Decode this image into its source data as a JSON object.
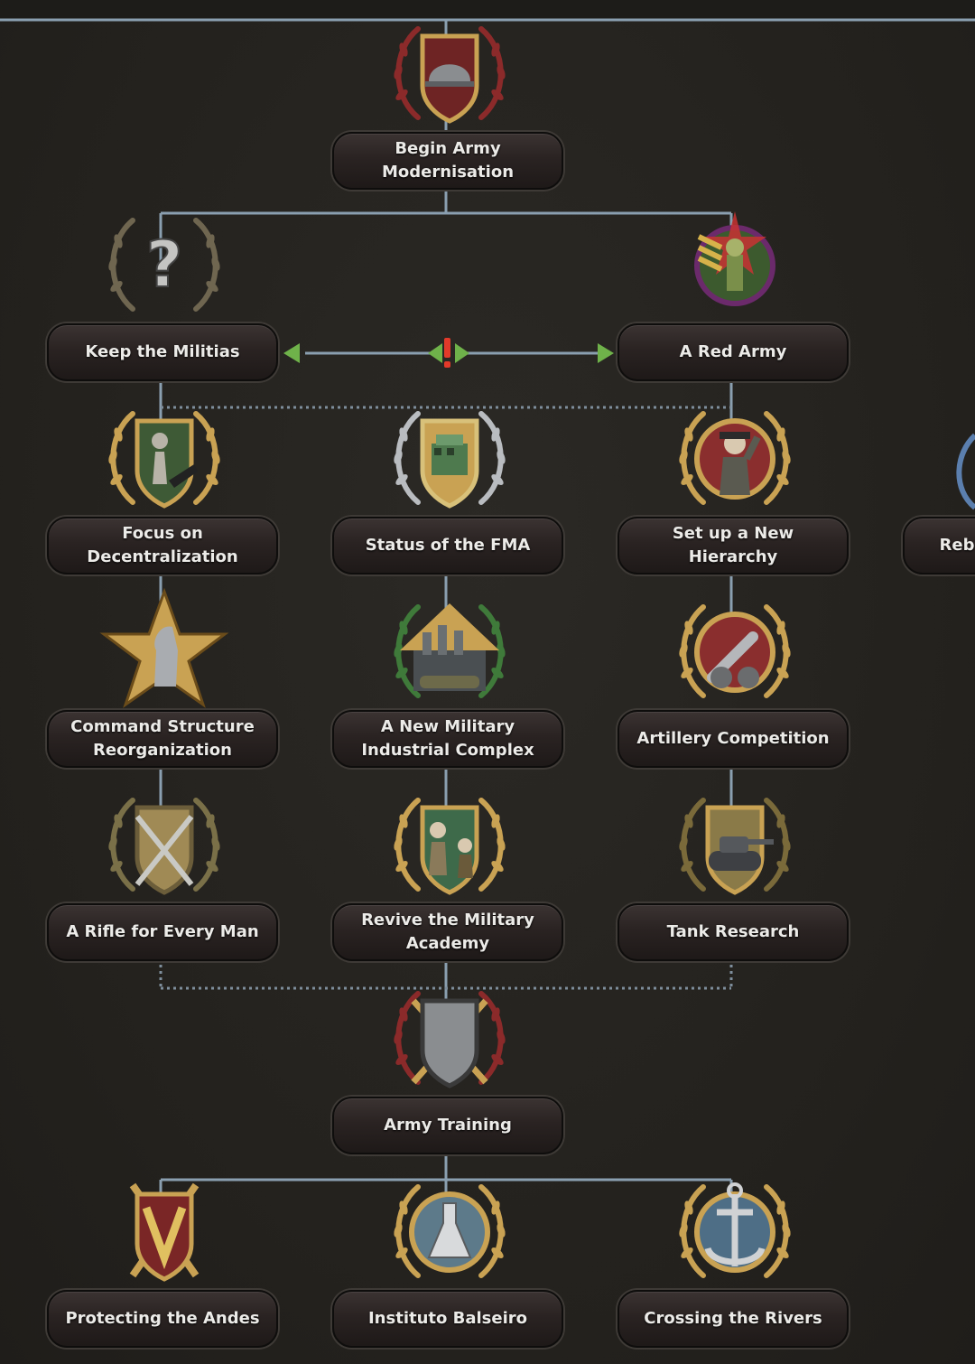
{
  "colors": {
    "line": "#8a9fb0",
    "line_dotted": "#7e8e9c",
    "accent_red": "#e23a2a",
    "accent_green": "#6fb24a",
    "gold": "#c9a253",
    "silver": "#b9bcc0"
  },
  "focuses": [
    {
      "id": "begin_army",
      "lines": [
        "Begin Army",
        "Modernisation"
      ],
      "icon": "helmet-shield-icon"
    },
    {
      "id": "keep_militias",
      "lines": [
        "Keep the Militias"
      ],
      "icon": "question-mark-icon"
    },
    {
      "id": "red_army",
      "lines": [
        "A Red Army"
      ],
      "icon": "red-army-soldier-icon"
    },
    {
      "id": "decentralization",
      "lines": [
        "Focus on",
        "Decentralization"
      ],
      "icon": "chess-pawn-icon"
    },
    {
      "id": "fma",
      "lines": [
        "Status of the FMA"
      ],
      "icon": "factory-icon"
    },
    {
      "id": "hierarchy",
      "lines": [
        "Set up a New Hierarchy"
      ],
      "icon": "saluting-officer-icon"
    },
    {
      "id": "command",
      "lines": [
        "Command Structure",
        "Reorganization"
      ],
      "icon": "chess-knight-star-icon"
    },
    {
      "id": "mic",
      "lines": [
        "A New Military",
        "Industrial Complex"
      ],
      "icon": "city-tanks-icon"
    },
    {
      "id": "artillery",
      "lines": [
        "Artillery Competition"
      ],
      "icon": "artillery-gun-icon"
    },
    {
      "id": "rifle",
      "lines": [
        "A Rifle for Every Man"
      ],
      "icon": "crossed-rifles-icon"
    },
    {
      "id": "academy",
      "lines": [
        "Revive the Military",
        "Academy"
      ],
      "icon": "classroom-icon"
    },
    {
      "id": "tank",
      "lines": [
        "Tank Research"
      ],
      "icon": "tank-icon"
    },
    {
      "id": "army_training",
      "lines": [
        "Army Training"
      ],
      "icon": "shield-swords-icon"
    },
    {
      "id": "andes",
      "lines": [
        "Protecting the Andes"
      ],
      "icon": "mountain-v-emblem-icon"
    },
    {
      "id": "balseiro",
      "lines": [
        "Instituto Balseiro"
      ],
      "icon": "flask-icon"
    },
    {
      "id": "rivers",
      "lines": [
        "Crossing the Rivers"
      ],
      "icon": "anchor-icon"
    }
  ],
  "partial_focus": {
    "lines": [
      "Reb"
    ],
    "icon": "partial-emblem-icon"
  },
  "exclusive_marker": {
    "icon": "mutually-exclusive-icon",
    "symbol": "!"
  }
}
